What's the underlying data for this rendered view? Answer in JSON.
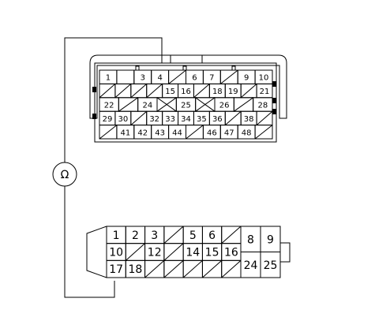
{
  "diagram": {
    "meter_symbol": "Ω",
    "upper_connector": {
      "rows": [
        [
          {
            "t": "1"
          },
          {
            "t": ""
          },
          {
            "t": "3"
          },
          {
            "t": "4"
          },
          {
            "t": "/"
          },
          {
            "t": "6"
          },
          {
            "t": "7"
          },
          {
            "t": "/"
          },
          {
            "t": "9"
          },
          {
            "t": "10"
          }
        ],
        [
          {
            "t": "/"
          },
          {
            "t": "/"
          },
          {
            "t": "/"
          },
          {
            "t": "/"
          },
          {
            "t": "15"
          },
          {
            "t": "16"
          },
          {
            "t": "/"
          },
          {
            "t": "18"
          },
          {
            "t": "19"
          },
          {
            "t": "/"
          },
          {
            "t": "21"
          }
        ],
        [
          {
            "t": "22"
          },
          {
            "t": "/"
          },
          {
            "t": "24"
          },
          {
            "t": "X"
          },
          {
            "t": "25"
          },
          {
            "t": "X"
          },
          {
            "t": "26"
          },
          {
            "t": "/"
          },
          {
            "t": "28"
          }
        ],
        [
          {
            "t": "29"
          },
          {
            "t": "30"
          },
          {
            "t": "/"
          },
          {
            "t": "32"
          },
          {
            "t": "33"
          },
          {
            "t": "34"
          },
          {
            "t": "35"
          },
          {
            "t": "36"
          },
          {
            "t": "/"
          },
          {
            "t": "38"
          },
          {
            "t": "/"
          }
        ],
        [
          {
            "t": "/"
          },
          {
            "t": "41"
          },
          {
            "t": "42"
          },
          {
            "t": "43"
          },
          {
            "t": "44"
          },
          {
            "t": "/"
          },
          {
            "t": "46"
          },
          {
            "t": "47"
          },
          {
            "t": "48"
          },
          {
            "t": "/"
          }
        ]
      ]
    },
    "lower_connector": {
      "rows": [
        [
          {
            "t": "1"
          },
          {
            "t": "2"
          },
          {
            "t": "3"
          },
          {
            "t": "/"
          },
          {
            "t": "5"
          },
          {
            "t": "6"
          },
          {
            "t": "/"
          }
        ],
        [
          {
            "t": "10"
          },
          {
            "t": "/"
          },
          {
            "t": "12"
          },
          {
            "t": "/"
          },
          {
            "t": "14"
          },
          {
            "t": "15"
          },
          {
            "t": "16"
          }
        ],
        [
          {
            "t": "17"
          },
          {
            "t": "18"
          },
          {
            "t": "/"
          },
          {
            "t": "/"
          },
          {
            "t": "/"
          },
          {
            "t": "/"
          },
          {
            "t": "/"
          }
        ]
      ],
      "side_cells": [
        {
          "t": "8"
        },
        {
          "t": "9"
        },
        {
          "t": "24"
        },
        {
          "t": "25"
        }
      ]
    }
  }
}
